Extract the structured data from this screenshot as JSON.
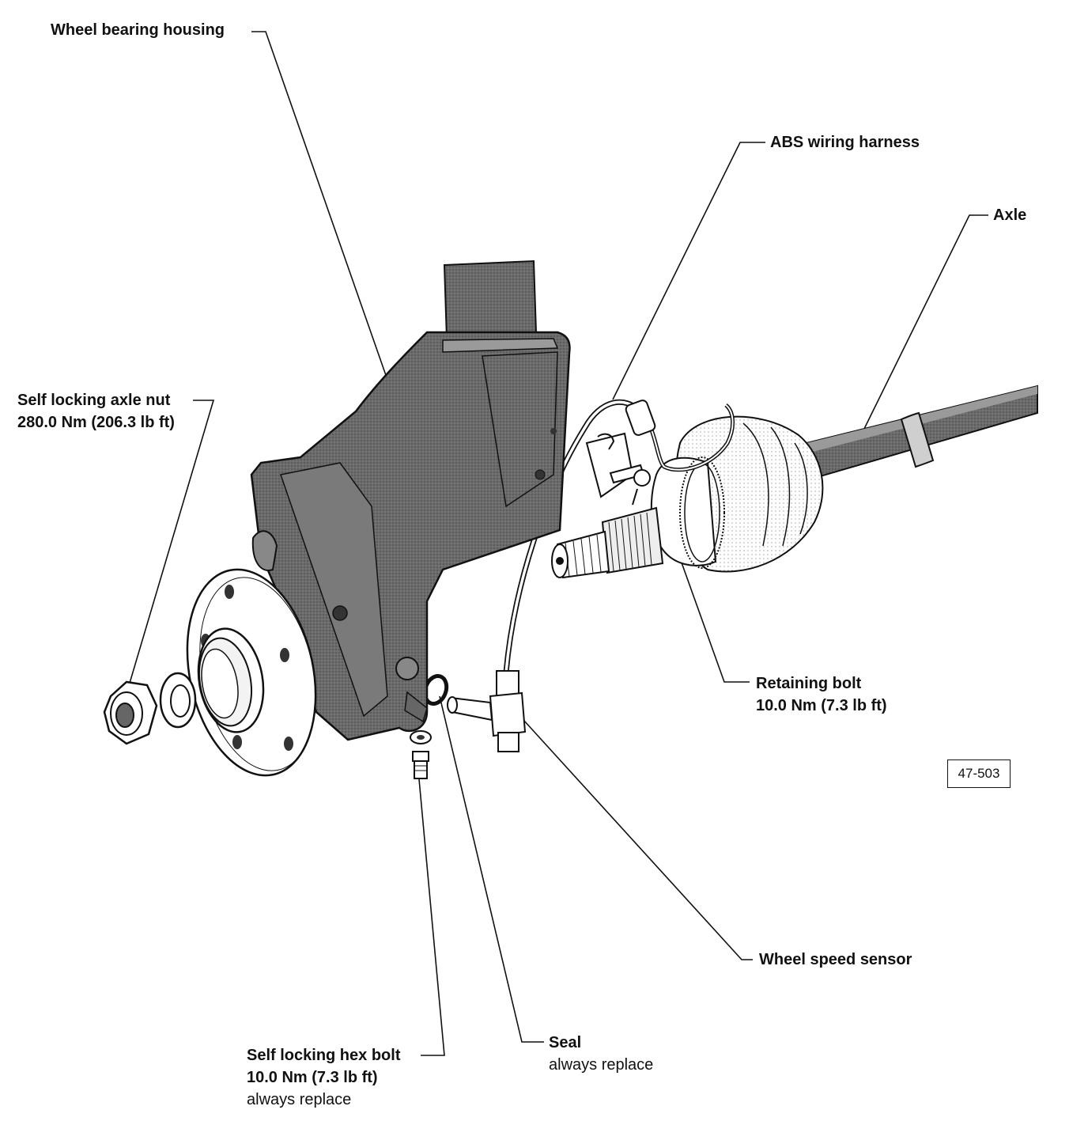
{
  "labels": {
    "wheel_bearing_housing": {
      "line1": "Wheel bearing housing"
    },
    "abs_wiring_harness": {
      "line1": "ABS wiring harness"
    },
    "axle": {
      "line1": "Axle"
    },
    "axle_nut": {
      "line1": "Self locking axle nut",
      "line2": "280.0 Nm (206.3 lb ft)"
    },
    "retaining_bolt": {
      "line1": "Retaining bolt",
      "line2": "10.0 Nm (7.3 lb ft)"
    },
    "wheel_speed_sensor": {
      "line1": "Wheel speed sensor"
    },
    "seal": {
      "line1": "Seal",
      "line3": "always replace"
    },
    "hex_bolt": {
      "line1": "Self locking hex bolt",
      "line2": "10.0 Nm (7.3 lb ft)",
      "line3": "always replace"
    }
  },
  "figure_number": "47-503"
}
